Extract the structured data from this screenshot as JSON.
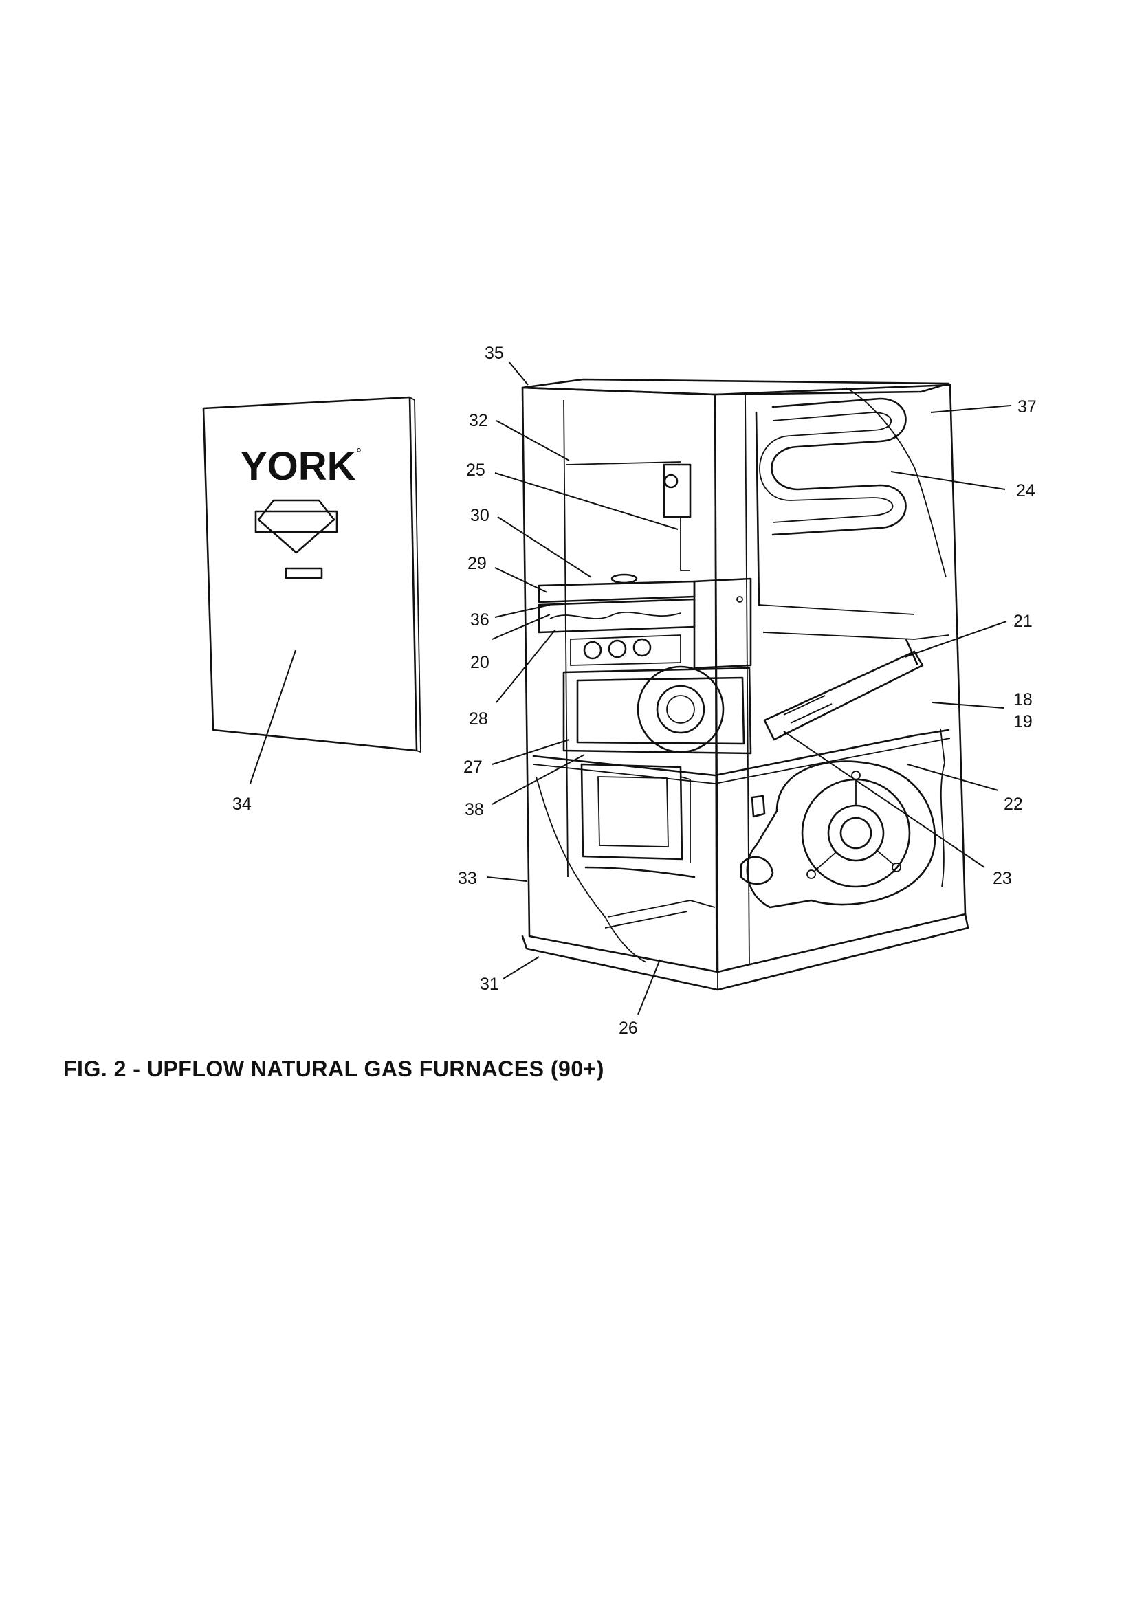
{
  "caption": "FIG. 2 - UPFLOW NATURAL GAS FURNACES (90+)",
  "door_brand": "YORK",
  "door_brand_mark": "°",
  "callouts": [
    {
      "id": "35",
      "text": "35"
    },
    {
      "id": "32",
      "text": "32"
    },
    {
      "id": "25",
      "text": "25"
    },
    {
      "id": "30",
      "text": "30"
    },
    {
      "id": "29",
      "text": "29"
    },
    {
      "id": "36",
      "text": "36"
    },
    {
      "id": "20",
      "text": "20"
    },
    {
      "id": "28",
      "text": "28"
    },
    {
      "id": "27",
      "text": "27"
    },
    {
      "id": "38",
      "text": "38"
    },
    {
      "id": "33",
      "text": "33"
    },
    {
      "id": "31",
      "text": "31"
    },
    {
      "id": "26",
      "text": "26"
    },
    {
      "id": "37",
      "text": "37"
    },
    {
      "id": "24",
      "text": "24"
    },
    {
      "id": "21",
      "text": "21"
    },
    {
      "id": "18",
      "text": "18"
    },
    {
      "id": "19",
      "text": "19"
    },
    {
      "id": "22",
      "text": "22"
    },
    {
      "id": "23",
      "text": "23"
    },
    {
      "id": "34",
      "text": "34"
    }
  ]
}
